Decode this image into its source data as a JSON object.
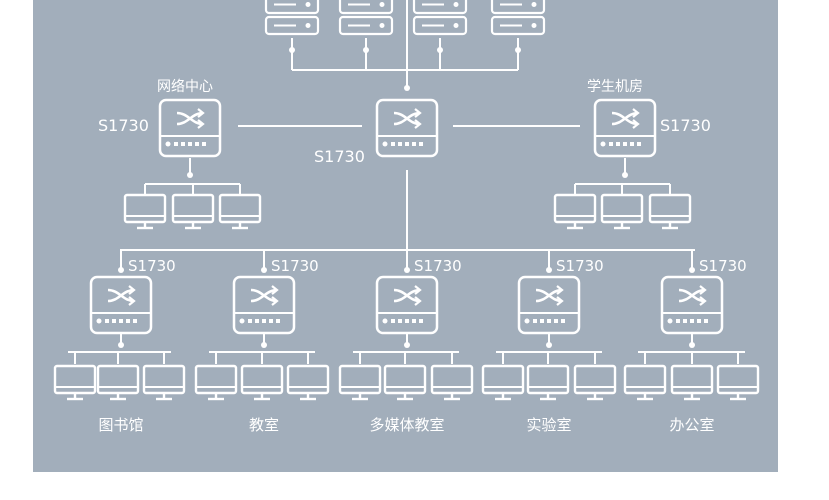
{
  "diagram": {
    "colors": {
      "background": "#a2aebb",
      "stroke": "#ffffff",
      "page": "#ffffff"
    },
    "core_switch": {
      "model": "S1730",
      "icon": "switch-icon"
    },
    "left_switch": {
      "name": "网络中心",
      "model": "S1730",
      "icon": "switch-icon"
    },
    "right_switch": {
      "name": "学生机房",
      "model": "S1730",
      "icon": "switch-icon"
    },
    "servers": {
      "count": 4,
      "icon": "server-icon"
    },
    "access_switches": [
      {
        "model": "S1730",
        "location": "图书馆"
      },
      {
        "model": "S1730",
        "location": "教室"
      },
      {
        "model": "S1730",
        "location": "多媒体教室"
      },
      {
        "model": "S1730",
        "location": "实验室"
      },
      {
        "model": "S1730",
        "location": "办公室"
      }
    ],
    "monitor_icon": "monitor-icon"
  }
}
